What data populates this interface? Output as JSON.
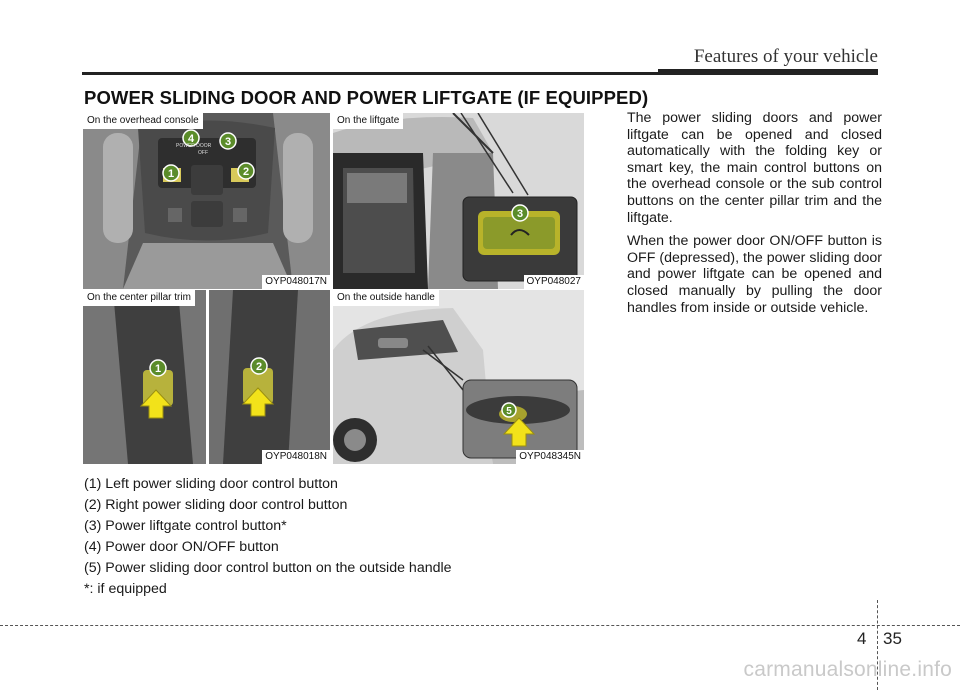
{
  "header": {
    "title": "Features of your vehicle"
  },
  "section_title": "POWER SLIDING DOOR AND POWER LIFTGATE (IF EQUIPPED)",
  "figures": {
    "overhead": {
      "caption": "On the overhead console",
      "code": "OYP048017N",
      "badges": [
        "1",
        "2",
        "3",
        "4"
      ],
      "console_labels": [
        "POWER DOOR",
        "OFF"
      ]
    },
    "liftgate": {
      "caption": "On the liftgate",
      "code": "OYP048027",
      "badges": [
        "3"
      ]
    },
    "pillar": {
      "caption": "On the center pillar trim",
      "code": "OYP048018N",
      "badges": [
        "1",
        "2"
      ]
    },
    "handle": {
      "caption": "On the outside handle",
      "code": "OYP048345N",
      "badges": [
        "5"
      ]
    }
  },
  "body": {
    "paragraphs": [
      "The power sliding doors and power liftgate can be opened and closed automatically with the folding key or smart key, the main control buttons on the overhead console or the sub control buttons on the center pillar trim and the liftgate.",
      "When the power door ON/OFF button is OFF (depressed), the power sliding door and power liftgate can be opened and closed manually by pulling the door handles from inside or outside vehicle."
    ]
  },
  "legend": [
    "(1) Left power sliding door control button",
    "(2) Right power sliding door control button",
    "(3) Power liftgate control button*",
    "(4) Power door ON/OFF button",
    "(5) Power sliding door control button on the outside handle",
    "*: if equipped"
  ],
  "footer": {
    "chapter": "4",
    "page": "35"
  },
  "watermark": "carmanualsonline.info",
  "colors": {
    "arrow_yellow": "#f2e21a",
    "badge_green": "#5b8c2a"
  }
}
